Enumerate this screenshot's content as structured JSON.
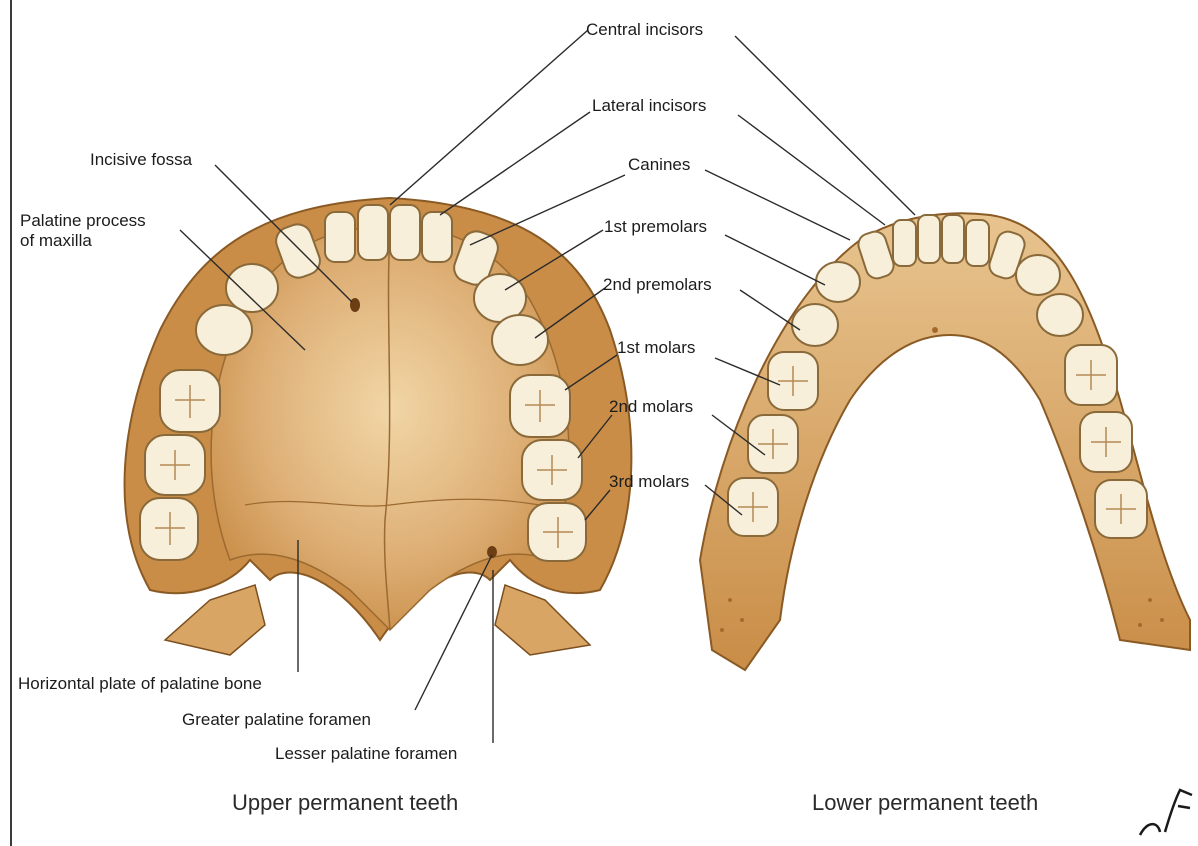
{
  "labels": {
    "central_incisors": "Central incisors",
    "lateral_incisors": "Lateral incisors",
    "canines": "Canines",
    "first_premolars": "1st premolars",
    "second_premolars": "2nd premolars",
    "first_molars": "1st molars",
    "second_molars": "2nd molars",
    "third_molars": "3rd molars",
    "incisive_fossa": "Incisive fossa",
    "palatine_process_line1": "Palatine process",
    "palatine_process_line2": "of maxilla",
    "horizontal_plate": "Horizontal plate of palatine bone",
    "greater_palatine_foramen": "Greater palatine foramen",
    "lesser_palatine_foramen": "Lesser palatine foramen"
  },
  "captions": {
    "upper": "Upper permanent teeth",
    "lower": "Lower permanent teeth"
  },
  "colors": {
    "bone_dark": "#c98d47",
    "bone_mid": "#deb077",
    "bone_light": "#efd2a3",
    "tooth": "#f7efd9",
    "tooth_edge": "#8a6a3a",
    "leader": "#2b2b2b"
  }
}
